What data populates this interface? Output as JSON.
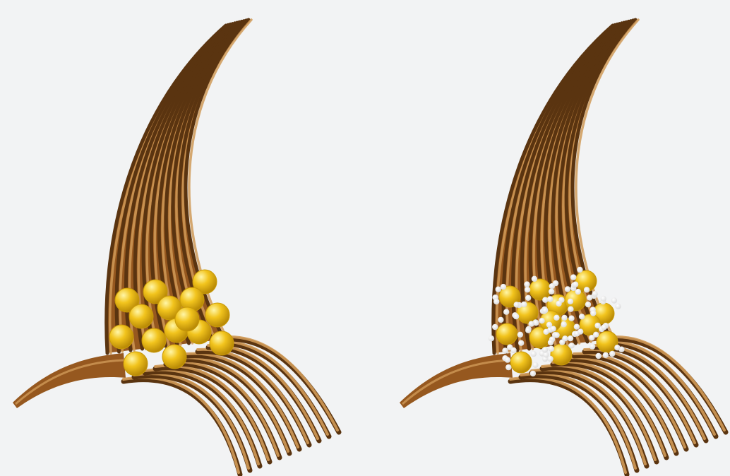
{
  "caption": "",
  "colors": {
    "background": "#f2f3f4",
    "fiber_dark": "#5a3410",
    "fiber_mid": "#96581f",
    "fiber_light": "#d09a58",
    "particle": "#f2c41d",
    "particle_highlight": "#fff6a8",
    "small_particle": "#ffffff"
  },
  "panels": [
    {
      "name": "left-panel",
      "particle_count": 15,
      "small_particles": false
    },
    {
      "name": "right-panel",
      "particle_count": 15,
      "small_particles": true
    }
  ]
}
